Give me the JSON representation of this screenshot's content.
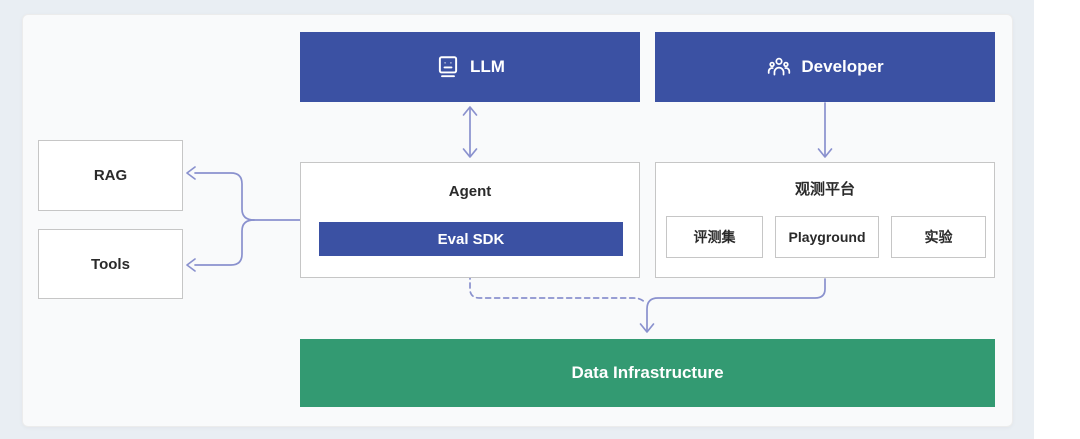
{
  "colors": {
    "blue": "#3b51a3",
    "green": "#339a72",
    "connector": "#8a91ce",
    "page-bg": "#e9eef3",
    "panel-bg": "#f9fafb"
  },
  "nodes": {
    "llm": {
      "label": "LLM",
      "icon": "robot-icon"
    },
    "developer": {
      "label": "Developer",
      "icon": "team-icon"
    },
    "rag": {
      "label": "RAG"
    },
    "tools": {
      "label": "Tools"
    },
    "agent": {
      "title": "Agent",
      "sdk_label": "Eval SDK"
    },
    "platform": {
      "title": "观测平台",
      "children": [
        {
          "label": "评测集"
        },
        {
          "label": "Playground"
        },
        {
          "label": "实验"
        }
      ]
    },
    "data_infrastructure": {
      "label": "Data Infrastructure"
    }
  },
  "connections": [
    {
      "from": "llm",
      "to": "agent",
      "style": "solid",
      "arrows": "both"
    },
    {
      "from": "developer",
      "to": "platform",
      "style": "solid",
      "arrows": "end"
    },
    {
      "from": "agent",
      "to": "rag",
      "style": "solid",
      "arrows": "end"
    },
    {
      "from": "agent",
      "to": "tools",
      "style": "solid",
      "arrows": "end"
    },
    {
      "from": "agent.eval_sdk",
      "to": "data_infrastructure",
      "style": "dashed",
      "arrows": "end"
    },
    {
      "from": "platform",
      "to": "data_infrastructure",
      "style": "solid",
      "arrows": "end"
    }
  ]
}
